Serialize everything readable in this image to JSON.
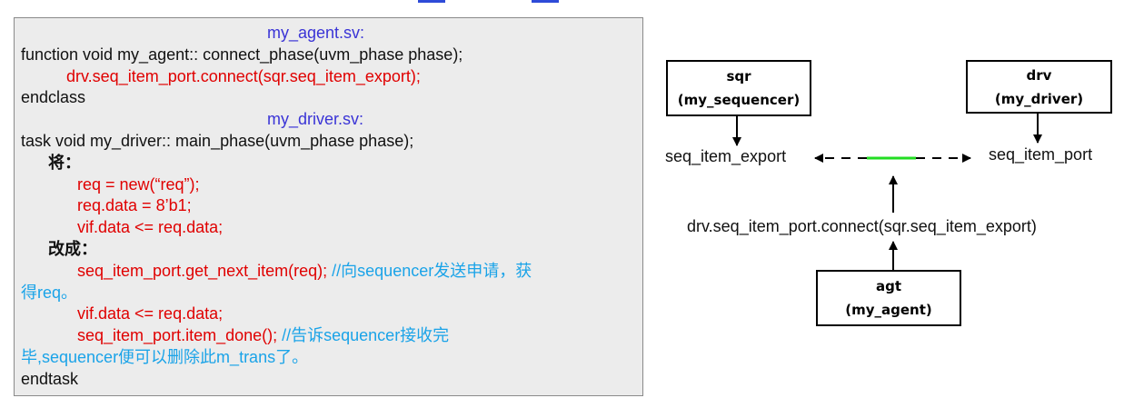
{
  "code_panel": {
    "agent_file": "my_agent.sv:",
    "agent_func": "function void my_agent:: connect_phase(uvm_phase phase);",
    "agent_connect": "drv.seq_item_port.connect(sqr.seq_item_export);",
    "agent_end": "endclass",
    "driver_file": "my_driver.sv:",
    "driver_task": "task void my_driver:: main_phase(uvm_phase phase);",
    "label_from": "将：",
    "req_new": "req = new(“req”);",
    "req_data": "req.data = 8’b1;",
    "vif_assign_1": "vif.data <= req.data;",
    "label_to": "改成：",
    "get_next_item": "seq_item_port.get_next_item(req);",
    "comment_get_1": " //向sequencer发送申请，获",
    "comment_get_2": "得req。",
    "vif_assign_2": "vif.data <= req.data;",
    "item_done": "seq_item_port.item_done();",
    "comment_done_1": " //告诉sequencer接收完",
    "comment_done_2": "毕,sequencer便可以删除此m_trans了。",
    "task_end": "endtask"
  },
  "diagram": {
    "sqr_box": {
      "name": "sqr",
      "type": "(my_sequencer)"
    },
    "drv_box": {
      "name": "drv",
      "type": "(my_driver)"
    },
    "agt_box": {
      "name": "agt",
      "type": "(my_agent)"
    },
    "export_label": "seq_item_export",
    "port_label": "seq_item_port",
    "connect_label": "drv.seq_item_port.connect(sqr.seq_item_export)"
  },
  "colors": {
    "title_blue": "#3a34d6",
    "code_red": "#e00000",
    "comment_cyan": "#1aa3e8",
    "connector_green": "#22dd22",
    "panel_bg": "#ececec"
  }
}
